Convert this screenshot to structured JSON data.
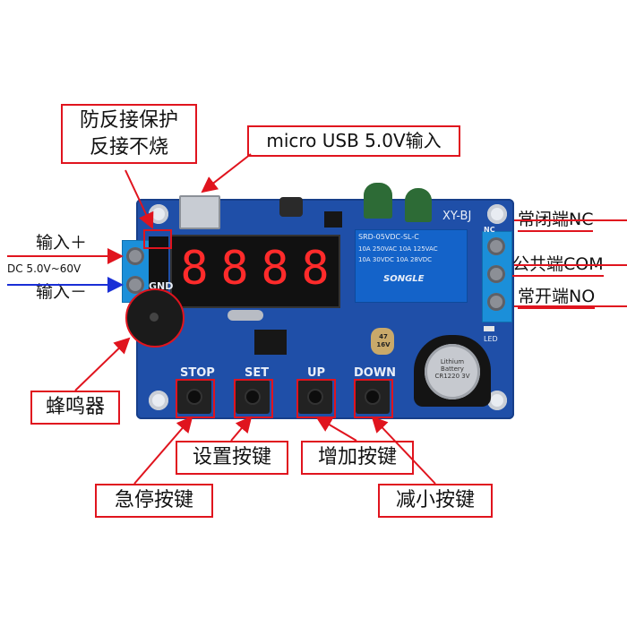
{
  "callouts": {
    "reverse_protect_line1": "防反接保护",
    "reverse_protect_line2": "反接不烧",
    "micro_usb": "micro USB 5.0V输入",
    "buzzer": "蜂鸣器",
    "set_key": "设置按键",
    "up_key": "增加按键",
    "stop_key": "急停按键",
    "down_key": "减小按键"
  },
  "side_labels": {
    "input_plus": "输入＋",
    "dc_range": "DC 5.0V~60V",
    "input_minus": "输入－",
    "nc": "常闭端NC",
    "com": "公共端COM",
    "no": "常开端NO"
  },
  "board": {
    "model": "XY-BJ",
    "display_digits": [
      "8",
      "8",
      "8",
      "8"
    ],
    "button_labels": [
      "STOP",
      "SET",
      "UP",
      "DOWN"
    ],
    "gnd": "GND",
    "nc_silk": "NC",
    "relay_brand": "SONGLE",
    "relay_model": "SRD-05VDC-SL-C",
    "relay_rating_1": "10A 250VAC  10A 125VAC",
    "relay_rating_2": "10A 30VDC  10A 28VDC",
    "battery": "Lithium Battery CR1220 3V",
    "cap": "47 16V",
    "led": "LED"
  },
  "colors": {
    "accent_red": "#e0141e",
    "board_blue": "#1f4fa8",
    "relay_blue": "#1463c9",
    "arrow_blue": "#1a2fd6"
  }
}
